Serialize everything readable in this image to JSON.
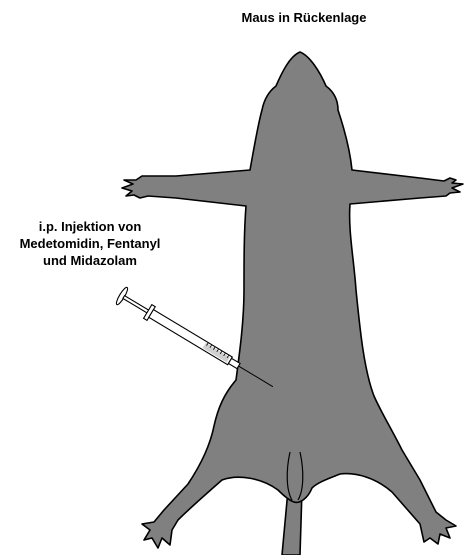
{
  "title": "Maus in Rückenlage",
  "injection_label": {
    "line1": "i.p. Injektion von",
    "line2": "Medetomidin, Fentanyl",
    "line3": "und Midazolam"
  },
  "colors": {
    "body_fill": "#808080",
    "outline": "#000000",
    "syringe_fill": "#ffffff",
    "plunger_fill": "#d0d0d0"
  },
  "icons": [
    "mouse-body-icon",
    "syringe-icon"
  ]
}
